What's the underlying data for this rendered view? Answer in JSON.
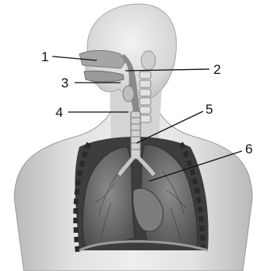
{
  "diagram": {
    "callouts": [
      {
        "id": "1",
        "label": "1"
      },
      {
        "id": "2",
        "label": "2"
      },
      {
        "id": "3",
        "label": "3"
      },
      {
        "id": "4",
        "label": "4"
      },
      {
        "id": "5",
        "label": "5"
      },
      {
        "id": "6",
        "label": "6"
      }
    ]
  },
  "colors": {
    "skin_light": "#e6e6e6",
    "skin_mid": "#c9c9c9",
    "lung_dark": "#6f6f6f",
    "cavity_dark": "#3a3a3a",
    "trachea": "#d2d2d2",
    "label_text": "#111111"
  }
}
